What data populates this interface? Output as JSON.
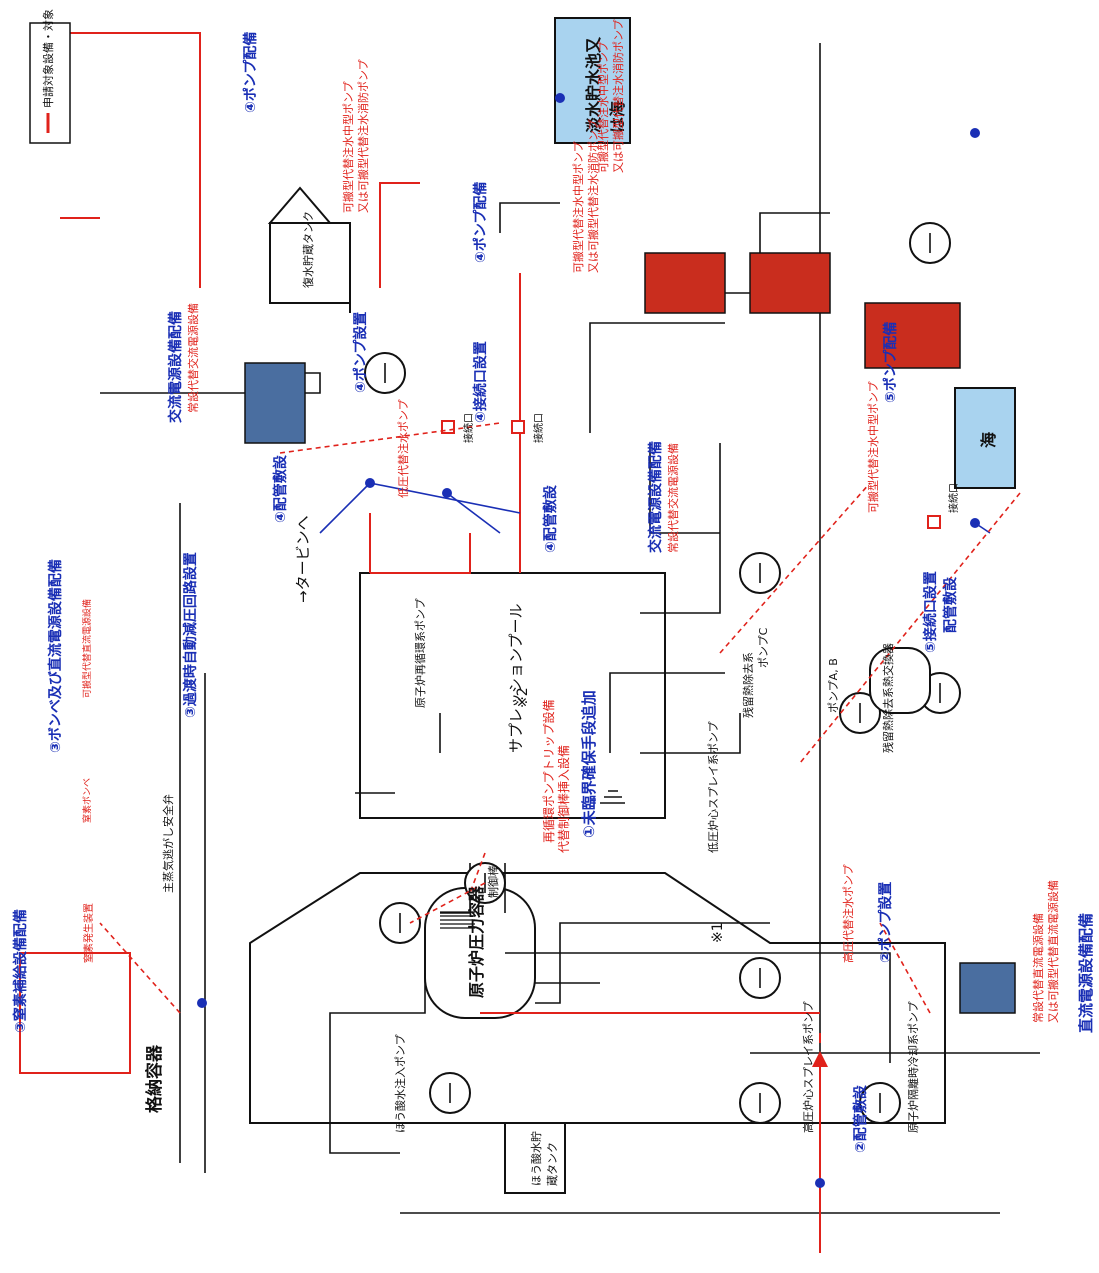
{
  "legend": {
    "label": "申請対象設備・対象",
    "line_color": "#e0221b"
  },
  "containment_label": "格納容器",
  "rpv_label": "原子炉圧力容器",
  "suppression_pool_label": "サプレッションプール",
  "turbine_label": "→タービンへ",
  "boric_tank_label": "ほう酸水貯蔵タンク",
  "boric_pump_label": "ほう酸水注入ポンプ",
  "hpcs_pump_label": "高圧炉心スプレイ系ポンプ",
  "rcic_pump_label": "原子炉隔離時冷却系ポンプ",
  "lpcs_pump_label": "低圧炉心スプレイ系ポンプ",
  "rhr_label": "残留熱除去系",
  "rhr_pump_ab_label": "ポンプA, B",
  "rhr_pump_c_label": "ポンプC",
  "rhr_hx_label": "残留熱除去系熱交換器",
  "recirc_pump_label": "原子炉再循環系ポンプ",
  "control_rod_label": "制御棒",
  "safety_valve_label": "主蒸気逃がし安全弁",
  "condensate_tank_label": "復水貯蔵タンク",
  "fresh_water_label": "淡水貯水池又は海",
  "sea_label": "海",
  "lp_alt_pump_label": "低圧代替注水ポンプ",
  "hp_alt_pump_label": "高圧代替注水ポンプ",
  "connection_label": "接続口",
  "ref1": "※1",
  "ref2": "※2",
  "item1": "①未臨界確保手段追加",
  "item1_sub1": "再循環ポンプトリップ設備",
  "item1_sub2": "代替制御棒挿入設備",
  "item2_pump": "②ポンプ設置",
  "item2_pipe": "②配管敷設",
  "item3_valve": "③過渡時自動減圧回路設置",
  "item3_bombe": "③ボンベ及び直流電源設備配備",
  "item3_n2": "③窒素補給設備配備",
  "n2_generator": "窒素発生装置",
  "n2_bombe": "窒素ボンベ",
  "dc_device_small": "可搬型代替直流電源設備",
  "item4_pump_install": "④ポンプ設置",
  "item4_pump_deploy_a": "④ポンプ配備",
  "item4_pump_deploy_b": "④ポンプ配備",
  "item4_connect": "④接続口設置",
  "item4_pipe_a": "④配管敷設",
  "item4_pipe_b": "④配管敷設",
  "item5_pump_deploy": "⑤ポンプ配備",
  "item5_connect": "⑤接続口設置",
  "item5_connect_pipe": "配管敷設",
  "ac_power_a_title": "交流電源設備配備",
  "ac_power_a_sub": "常設代替交流電源設備",
  "ac_power_b_title": "交流電源設備配備",
  "ac_power_b_sub": "常設代替交流電源設備",
  "dc_power_title": "直流電源設備配備",
  "dc_power_sub1": "常設代替直流電源設備",
  "dc_power_sub2": "又は可搬型代替直流電源設備",
  "truck_caption_a1": "可搬型代替注水中型ポンプ",
  "truck_caption_a2": "又は可搬型代替注水消防ポンプ",
  "truck_caption_b1": "可搬型代替注水中型ポンプ",
  "truck_caption_b2": "又は可搬型代替注水消防ポンプ",
  "truck_caption_c1": "可搬型代替注水中型ポンプ",
  "truck_caption_c2": "又は可搬型代替注水消防ポンプ",
  "truck_caption_sea": "可搬型代替注水中型ポンプ",
  "colors": {
    "red": "#e0221b",
    "blue": "#1a2fb5",
    "black": "#111111",
    "tank_fill": "#a9d3ef"
  }
}
